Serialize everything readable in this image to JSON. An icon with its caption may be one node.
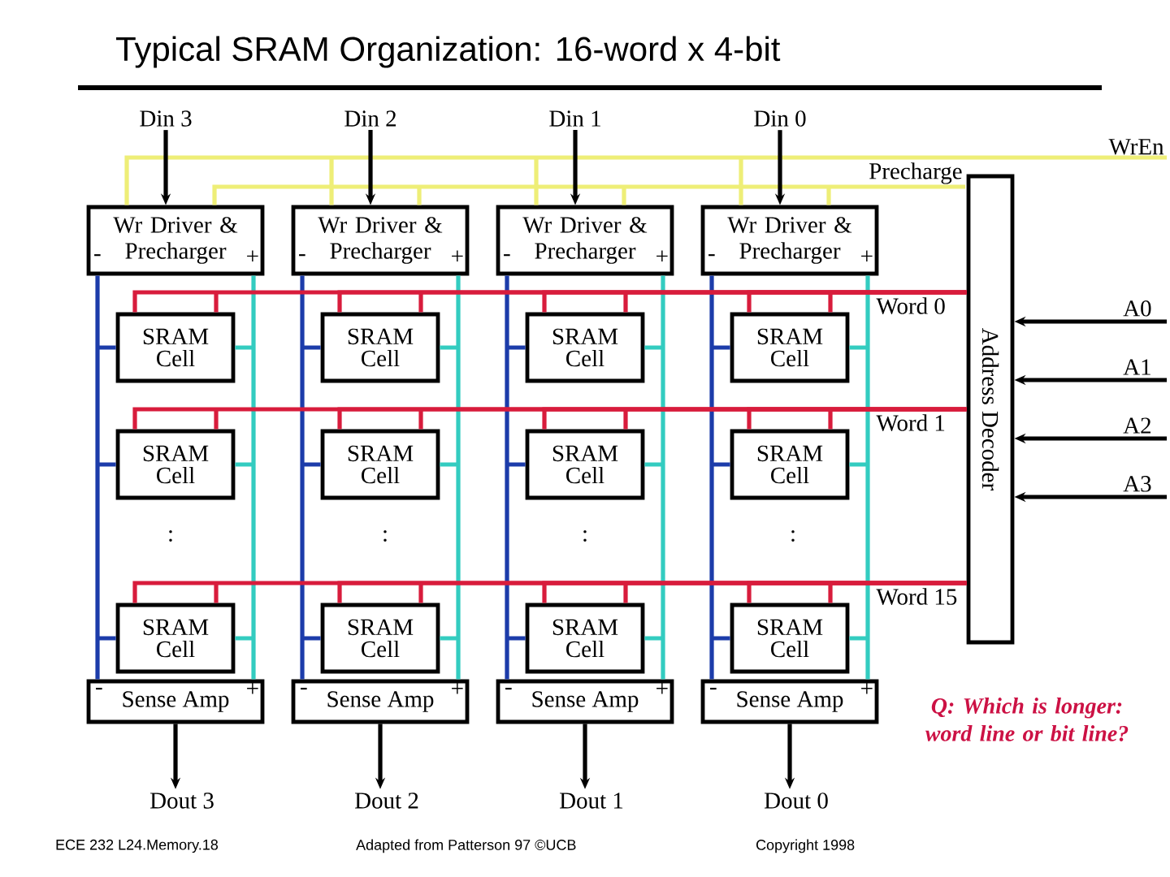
{
  "diagram": {
    "title": "Typical SRAM Organization: 16-word x 4-bit",
    "nodes": [
      {
        "text": [
          "Din 3"
        ]
      },
      {
        "text": [
          "Din 2"
        ]
      },
      {
        "text": [
          "Din 1"
        ]
      },
      {
        "text": [
          "Din 0"
        ]
      },
      {
        "text": [
          "WrEn"
        ]
      },
      {
        "text": [
          "Precharge"
        ]
      },
      {
        "text": [
          "-",
          "Wr Driver & Precharger",
          "+"
        ]
      },
      {
        "text": [
          "-",
          "Wr Driver & Precharger",
          "+"
        ]
      },
      {
        "text": [
          "-",
          "Wr Driver & Precharger",
          "+"
        ]
      },
      {
        "text": [
          "-",
          "Wr Driver & Precharger",
          "+"
        ]
      },
      {
        "text": [
          "Address Decoder"
        ]
      },
      {
        "text": [
          "A0"
        ]
      },
      {
        "text": [
          "A1"
        ]
      },
      {
        "text": [
          "A2"
        ]
      },
      {
        "text": [
          "A3"
        ]
      },
      {
        "text": [
          "SRAM Cell"
        ]
      },
      {
        "text": [
          "SRAM Cell"
        ]
      },
      {
        "text": [
          "SRAM Cell"
        ]
      },
      {
        "text": [
          "SRAM Cell"
        ]
      },
      {
        "text": [
          "SRAM Cell"
        ]
      },
      {
        "text": [
          "SRAM Cell"
        ]
      },
      {
        "text": [
          "SRAM Cell"
        ]
      },
      {
        "text": [
          "SRAM Cell"
        ]
      },
      {
        "text": [
          "SRAM Cell"
        ]
      },
      {
        "text": [
          "SRAM Cell"
        ]
      },
      {
        "text": [
          "SRAM Cell"
        ]
      },
      {
        "text": [
          "SRAM Cell"
        ]
      },
      {
        "text": [
          "-",
          "Sense Amp",
          "+"
        ]
      },
      {
        "text": [
          "-",
          "Sense Amp",
          "+"
        ]
      },
      {
        "text": [
          "-",
          "Sense Amp",
          "+"
        ]
      },
      {
        "text": [
          "-",
          "Sense Amp",
          "+"
        ]
      },
      {
        "text": [
          "Dout 3"
        ]
      },
      {
        "text": [
          "Dout 2"
        ]
      },
      {
        "text": [
          "Dout 1"
        ]
      },
      {
        "text": [
          "Dout 0"
        ]
      }
    ],
    "edges": [
      {
        "from": 0,
        "to": 6,
        "arrow": "to",
        "color": "#000000"
      },
      {
        "from": 1,
        "to": 7,
        "arrow": "to",
        "color": "#000000"
      },
      {
        "from": 2,
        "to": 8,
        "arrow": "to",
        "color": "#000000"
      },
      {
        "from": 3,
        "to": 9,
        "arrow": "to",
        "color": "#000000"
      },
      {
        "from": 4,
        "to": 6,
        "arrow": "none",
        "color": "#eeee77"
      },
      {
        "from": 4,
        "to": 7,
        "arrow": "none",
        "color": "#eeee77"
      },
      {
        "from": 4,
        "to": 8,
        "arrow": "none",
        "color": "#eeee77"
      },
      {
        "from": 4,
        "to": 9,
        "arrow": "none",
        "color": "#eeee77"
      },
      {
        "from": 5,
        "to": 6,
        "arrow": "none",
        "color": "#eeee77"
      },
      {
        "from": 5,
        "to": 7,
        "arrow": "none",
        "color": "#eeee77"
      },
      {
        "from": 5,
        "to": 8,
        "arrow": "none",
        "color": "#eeee77"
      },
      {
        "from": 5,
        "to": 9,
        "arrow": "none",
        "color": "#eeee77"
      },
      {
        "from": 11,
        "to": 10,
        "arrow": "to",
        "color": "#000000"
      },
      {
        "from": 12,
        "to": 10,
        "arrow": "to",
        "color": "#000000"
      },
      {
        "from": 13,
        "to": 10,
        "arrow": "to",
        "color": "#000000"
      },
      {
        "from": 14,
        "to": 10,
        "arrow": "to",
        "color": "#000000"
      },
      {
        "from": 10,
        "to": 15,
        "arrow": "none",
        "color": "#d81c3c"
      },
      {
        "from": 10,
        "to": 16,
        "arrow": "none",
        "color": "#d81c3c"
      },
      {
        "from": 10,
        "to": 17,
        "arrow": "none",
        "color": "#d81c3c"
      },
      {
        "from": 10,
        "to": 18,
        "arrow": "none",
        "color": "#d81c3c",
        "label": "Word 0"
      },
      {
        "from": 10,
        "to": 19,
        "arrow": "none",
        "color": "#d81c3c"
      },
      {
        "from": 10,
        "to": 20,
        "arrow": "none",
        "color": "#d81c3c"
      },
      {
        "from": 10,
        "to": 21,
        "arrow": "none",
        "color": "#d81c3c"
      },
      {
        "from": 10,
        "to": 22,
        "arrow": "none",
        "color": "#d81c3c",
        "label": "Word 1"
      },
      {
        "from": 10,
        "to": 23,
        "arrow": "none",
        "color": "#d81c3c"
      },
      {
        "from": 10,
        "to": 24,
        "arrow": "none",
        "color": "#d81c3c"
      },
      {
        "from": 10,
        "to": 25,
        "arrow": "none",
        "color": "#d81c3c"
      },
      {
        "from": 10,
        "to": 26,
        "arrow": "none",
        "color": "#d81c3c",
        "label": "Word 15"
      },
      {
        "from": 6,
        "to": 15,
        "arrow": "none",
        "color": "#1c3caa"
      },
      {
        "from": 6,
        "to": 19,
        "arrow": "none",
        "color": "#1c3caa"
      },
      {
        "from": 6,
        "to": 23,
        "arrow": "none",
        "color": "#1c3caa"
      },
      {
        "from": 6,
        "to": 27,
        "arrow": "none",
        "color": "#1c3caa"
      },
      {
        "from": 6,
        "to": 15,
        "arrow": "none",
        "color": "#33ccc0"
      },
      {
        "from": 6,
        "to": 19,
        "arrow": "none",
        "color": "#33ccc0"
      },
      {
        "from": 6,
        "to": 23,
        "arrow": "none",
        "color": "#33ccc0"
      },
      {
        "from": 6,
        "to": 27,
        "arrow": "none",
        "color": "#33ccc0"
      },
      {
        "from": 7,
        "to": 16,
        "arrow": "none",
        "color": "#1c3caa"
      },
      {
        "from": 7,
        "to": 20,
        "arrow": "none",
        "color": "#1c3caa"
      },
      {
        "from": 7,
        "to": 24,
        "arrow": "none",
        "color": "#1c3caa"
      },
      {
        "from": 7,
        "to": 28,
        "arrow": "none",
        "color": "#1c3caa"
      },
      {
        "from": 7,
        "to": 16,
        "arrow": "none",
        "color": "#33ccc0"
      },
      {
        "from": 7,
        "to": 20,
        "arrow": "none",
        "color": "#33ccc0"
      },
      {
        "from": 7,
        "to": 24,
        "arrow": "none",
        "color": "#33ccc0"
      },
      {
        "from": 7,
        "to": 28,
        "arrow": "none",
        "color": "#33ccc0"
      },
      {
        "from": 8,
        "to": 17,
        "arrow": "none",
        "color": "#1c3caa"
      },
      {
        "from": 8,
        "to": 21,
        "arrow": "none",
        "color": "#1c3caa"
      },
      {
        "from": 8,
        "to": 25,
        "arrow": "none",
        "color": "#1c3caa"
      },
      {
        "from": 8,
        "to": 29,
        "arrow": "none",
        "color": "#1c3caa"
      },
      {
        "from": 8,
        "to": 17,
        "arrow": "none",
        "color": "#33ccc0"
      },
      {
        "from": 8,
        "to": 21,
        "arrow": "none",
        "color": "#33ccc0"
      },
      {
        "from": 8,
        "to": 25,
        "arrow": "none",
        "color": "#33ccc0"
      },
      {
        "from": 8,
        "to": 29,
        "arrow": "none",
        "color": "#33ccc0"
      },
      {
        "from": 9,
        "to": 18,
        "arrow": "none",
        "color": "#1c3caa"
      },
      {
        "from": 9,
        "to": 22,
        "arrow": "none",
        "color": "#1c3caa"
      },
      {
        "from": 9,
        "to": 26,
        "arrow": "none",
        "color": "#1c3caa"
      },
      {
        "from": 9,
        "to": 30,
        "arrow": "none",
        "color": "#1c3caa"
      },
      {
        "from": 9,
        "to": 18,
        "arrow": "none",
        "color": "#33ccc0"
      },
      {
        "from": 9,
        "to": 22,
        "arrow": "none",
        "color": "#33ccc0"
      },
      {
        "from": 9,
        "to": 26,
        "arrow": "none",
        "color": "#33ccc0"
      },
      {
        "from": 9,
        "to": 30,
        "arrow": "none",
        "color": "#33ccc0"
      },
      {
        "from": 27,
        "to": 31,
        "arrow": "to",
        "color": "#000000"
      },
      {
        "from": 28,
        "to": 32,
        "arrow": "to",
        "color": "#000000"
      },
      {
        "from": 29,
        "to": 33,
        "arrow": "to",
        "color": "#000000"
      },
      {
        "from": 30,
        "to": 34,
        "arrow": "to",
        "color": "#000000"
      }
    ],
    "labels": [
      ":",
      ":",
      ":",
      ":",
      "Q: Which is longer: word line or bit line?",
      "ECE 232  L24.Memory.18",
      "Adapted from Patterson 97 ©UCB",
      "Copyright 1998"
    ]
  }
}
